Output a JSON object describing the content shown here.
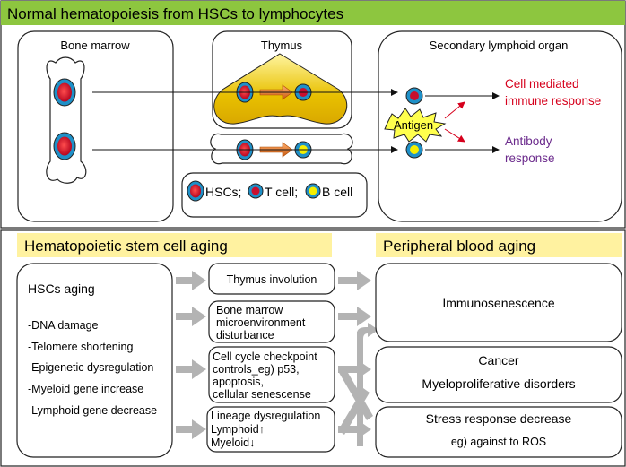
{
  "top_panel": {
    "title": "Normal hematopoiesis from HSCs to lymphocytes",
    "bone_marrow": "Bone marrow",
    "thymus": "Thymus",
    "secondary_lymphoid": "Secondary lymphoid organ",
    "antigen": "Antigen",
    "cell_mediated_line1": "Cell mediated",
    "cell_mediated_line2": "immune response",
    "antibody_line1": "Antibody",
    "antibody_line2": "response",
    "legend_hsc": "HSCs;",
    "legend_t": "T cell;",
    "legend_b": "B cell"
  },
  "bottom_panel": {
    "hsc_aging_title": "Hematopoietic stem cell aging",
    "peripheral_title": "Peripheral blood aging",
    "hsc_box_title": "HSCs aging",
    "hsc_items": [
      "-DNA damage",
      "-Telomere shortening",
      "-Epigenetic dysregulation",
      "-Myeloid gene increase",
      "-Lymphoid gene decrease"
    ],
    "mid_boxes": [
      {
        "lines": [
          "Thymus involution"
        ]
      },
      {
        "lines": [
          "Bone marrow",
          "microenvironment",
          "disturbance"
        ]
      },
      {
        "lines": [
          "Cell cycle checkpoint",
          "controls_eg) p53,",
          "apoptosis,",
          "cellular senescense"
        ]
      },
      {
        "lines": [
          "Lineage dysregulation",
          "Lymphoid↑",
          "Myeloid↓"
        ]
      }
    ],
    "right_boxes": [
      {
        "lines": [
          "Immunosenescence"
        ]
      },
      {
        "lines": [
          "Cancer",
          "Myeloproliferative disorders"
        ]
      },
      {
        "lines": [
          "Stress response decrease",
          "eg) against to ROS"
        ]
      }
    ]
  },
  "colors": {
    "title_green": "#8dc63f",
    "title_yellow": "#fff2a0",
    "thymus_fill": "#e8c000",
    "antigen_fill": "#ffff4d",
    "cell_outer": "#1e90c8",
    "cell_nucleus": "#c8102e",
    "b_nucleus": "#f4ee00",
    "arrow_orange": "#e8742a",
    "arrow_gray": "#b3b3b3",
    "red_text": "#d6001c",
    "purple_text": "#6b2a8c"
  }
}
